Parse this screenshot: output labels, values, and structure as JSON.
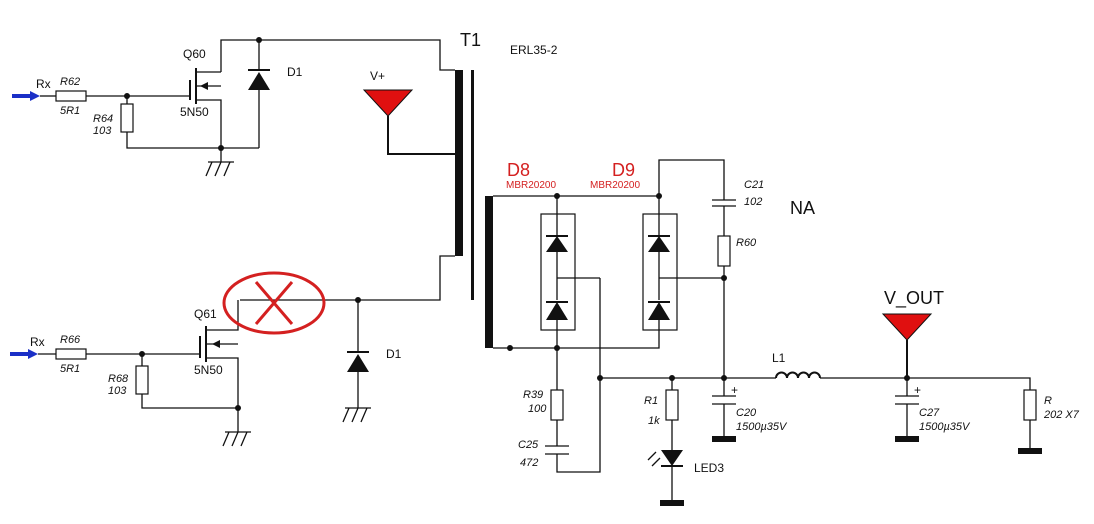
{
  "colors": {
    "ink": "#111111",
    "accent_red": "#d42020",
    "probe_fill": "#e01010",
    "input_blue": "#1a2fc7"
  },
  "labels": {
    "transformer": {
      "name": "T1",
      "part": "ERL35-2"
    },
    "v_plus": "V+",
    "v_out": "V_OUT",
    "na": "NA",
    "top_stage": {
      "input": "Rx",
      "r62": "R62",
      "r62_val": "5R1",
      "r64": "R64",
      "r64_val": "103",
      "q60": "Q60",
      "q60_part": "5N50",
      "d1": "D1"
    },
    "bottom_stage": {
      "input": "Rx",
      "r66": "R66",
      "r66_val": "5R1",
      "r68": "R68",
      "r68_val": "103",
      "q61": "Q61",
      "q61_part": "5N50",
      "d1": "D1"
    },
    "rectifier": {
      "d8": "D8",
      "d8_part": "MBR20200",
      "d9": "D9",
      "d9_part": "MBR20200"
    },
    "snubber": {
      "c21": "C21",
      "c21_val": "102",
      "r60": "R60",
      "r39": "R39",
      "r39_val": "100",
      "c25": "C25",
      "c25_val": "472"
    },
    "output": {
      "r1": "R1",
      "r1_val": "1k",
      "led3": "LED3",
      "c20": "C20",
      "c20_val": "1500µ35V",
      "l1": "L1",
      "c27": "C27",
      "c27_val": "1500µ35V",
      "r": "R",
      "r_val": "202 X7",
      "plus": "+"
    }
  }
}
